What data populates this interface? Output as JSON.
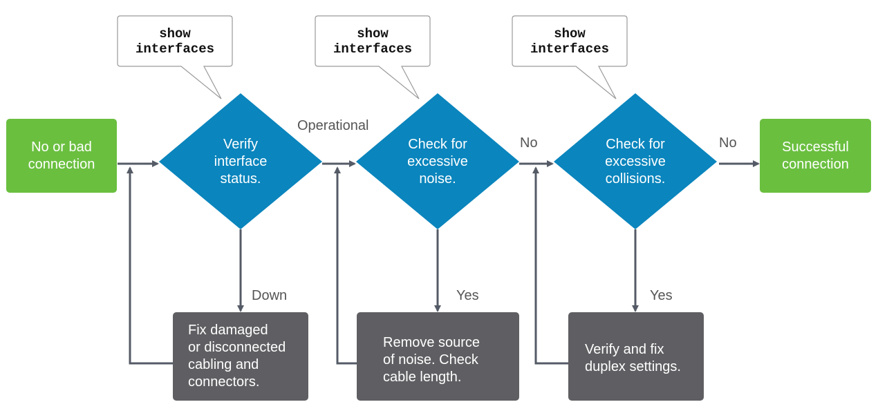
{
  "colors": {
    "terminal_green": "#6abf3f",
    "decision_blue": "#0a85bd",
    "action_gray": "#5f5f63",
    "line_gray": "#555b66",
    "label_gray": "#555555"
  },
  "start": {
    "label": "No or bad\nconnection"
  },
  "end": {
    "label": "Successful\nconnection"
  },
  "decisions": [
    {
      "label": "Verify\ninterface\nstatus.",
      "callout": "show\ninterfaces",
      "out_label": "Operational",
      "down_label": "Down"
    },
    {
      "label": "Check for\nexcessive\nnoise.",
      "callout": "show\ninterfaces",
      "out_label": "No",
      "down_label": "Yes"
    },
    {
      "label": "Check for\nexcessive\ncollisions.",
      "callout": "show\ninterfaces",
      "out_label": "No",
      "down_label": "Yes"
    }
  ],
  "fixes": [
    {
      "label": "Fix damaged\nor disconnected\ncabling and\nconnectors."
    },
    {
      "label": "Remove source\nof noise. Check\ncable length."
    },
    {
      "label": "Verify and fix\nduplex settings."
    }
  ]
}
